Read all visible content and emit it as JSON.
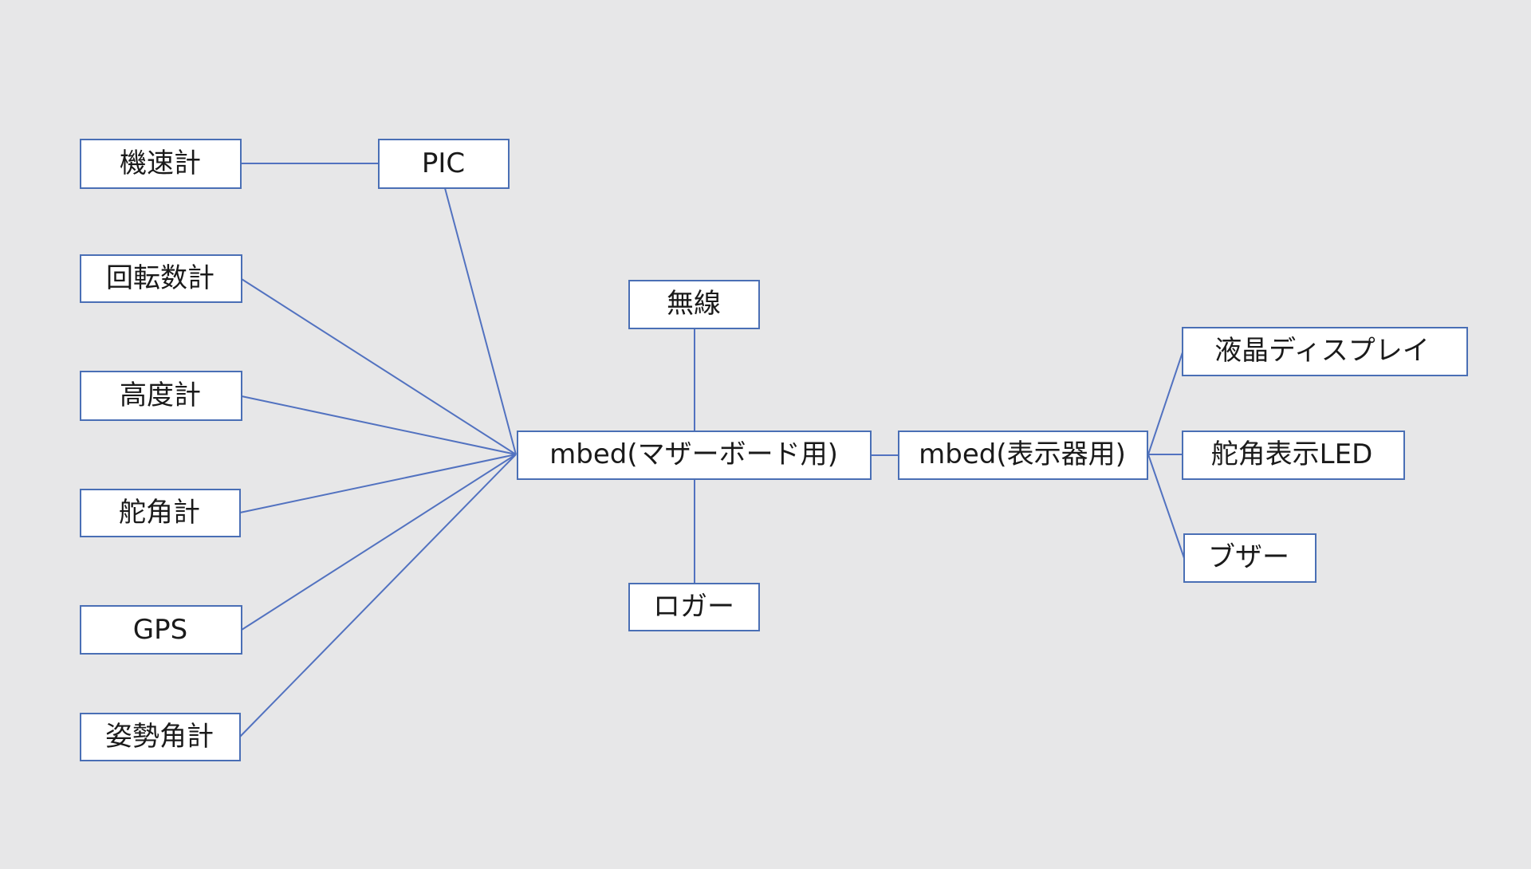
{
  "diagram": {
    "nodes": {
      "airspeed": "機速計",
      "pic": "PIC",
      "rpm": "回転数計",
      "altimeter": "高度計",
      "rudder_gauge": "舵角計",
      "gps": "GPS",
      "attitude": "姿勢角計",
      "wireless": "無線",
      "mbed_mother": "mbed(マザーボード用)",
      "logger": "ロガー",
      "mbed_display": "mbed(表示器用)",
      "lcd": "液晶ディスプレイ",
      "rudder_led": "舵角表示LED",
      "buzzer": "ブザー"
    },
    "edges": [
      [
        "airspeed",
        "pic"
      ],
      [
        "pic",
        "mbed_mother"
      ],
      [
        "rpm",
        "mbed_mother"
      ],
      [
        "altimeter",
        "mbed_mother"
      ],
      [
        "rudder_gauge",
        "mbed_mother"
      ],
      [
        "gps",
        "mbed_mother"
      ],
      [
        "attitude",
        "mbed_mother"
      ],
      [
        "wireless",
        "mbed_mother"
      ],
      [
        "mbed_mother",
        "logger"
      ],
      [
        "mbed_mother",
        "mbed_display"
      ],
      [
        "mbed_display",
        "lcd"
      ],
      [
        "mbed_display",
        "rudder_led"
      ],
      [
        "mbed_display",
        "buzzer"
      ]
    ]
  },
  "colors": {
    "background": "#e7e7e8",
    "node_fill": "#ffffff",
    "node_border": "#4a6fb5",
    "edge": "#5272c0",
    "text": "#1a1a1a"
  }
}
